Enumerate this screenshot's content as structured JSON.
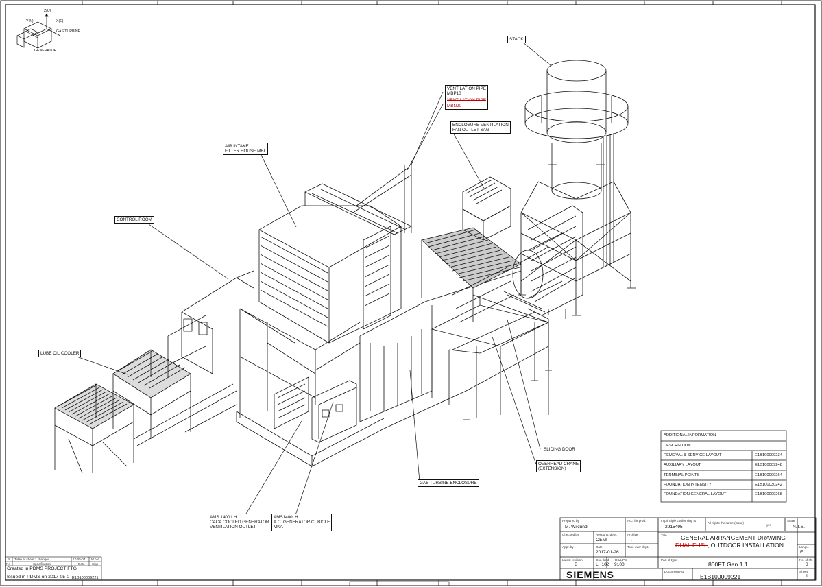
{
  "orientation": {
    "z_axis": "Z(U)",
    "y_axis": "Y(N)",
    "x_axis": "X(E)",
    "gas_turbine": "GAS TURBINE",
    "generator": "GENERATOR"
  },
  "callouts": {
    "stack": "STACK",
    "ventilation_pipe_1_line1": "VENTILATION PIPE",
    "ventilation_pipe_1_line2": "MBP10",
    "ventilation_pipe_2_line1": "VENTILATION PIPE",
    "ventilation_pipe_2_line2": "MBN20",
    "enclosure_vent_line1": "ENCLOSURE VENTILATION",
    "enclosure_vent_line2": "FAN OUTLET SAG",
    "air_intake_line1": "AIR INTAKE",
    "air_intake_line2": "FILTER HOUSE MBL",
    "control_room": "CONTROL ROOM",
    "lube_oil_cooler": "LUBE OIL COOLER",
    "sliding_door": "SLIDING DOOR",
    "overhead_crane_line1": "OVERHEAD CRANE",
    "overhead_crane_line2": "(EXTENSION)",
    "gas_turbine_enclosure": "GAS TURBINE ENCLOSURE",
    "ams_1400_line1": "AMS 1400 LH",
    "ams_1400_line2": "CACA COOLED GENERATOR",
    "ams_1400_line3": "VENTILATION OUTLET",
    "ams1400lh_line1": "AMS1400LH",
    "ams1400lh_line2": "A.C. GENERATOR CUBICLE",
    "ams1400lh_line3": "MKA"
  },
  "info_table": {
    "header": "ADDITIONAL INFORMATION",
    "description": "DESCRIPTION",
    "rows": [
      {
        "label": "REMOVAL & SERVICE LAYOUT",
        "doc": "E1B100009234"
      },
      {
        "label": "AUXILIARY LAYOUT",
        "doc": "E1B100009248"
      },
      {
        "label": "TERMINAL POINTS",
        "doc": "E1B100009264"
      },
      {
        "label": "FOUNDATION INTENSITY",
        "doc": "E1B100030242"
      },
      {
        "label": "FOUNDATION GENERAL LAYOUT",
        "doc": "E1B100009268"
      }
    ]
  },
  "title_block": {
    "prepared_by_label": "Prepared by",
    "prepared_by": "M. Wiklund",
    "acc_label": "Acc. for prod.",
    "principle_label": "In principle conforming to",
    "principle_value": "2915495",
    "weight_label": "All rights the same (issue)",
    "weight_value": "yes",
    "scale_label": "Scale",
    "scale_value": "N.T.S.",
    "checked_label": "Checked by",
    "resp_label": "Respons. dept.",
    "resp_value": "OEMI",
    "archive_label": "Archive",
    "archive_value": ".",
    "title_label": "Title",
    "title_line1": "GENERAL ARRANGEMENT DRAWING",
    "title_line2_struck": "DUAL FUEL",
    "title_line2_rest": ", OUTDOOR INSTALLATION",
    "appr_label": "Appr. by",
    "date_label": "Date",
    "date_value": "2017-01-26",
    "take_over_label": "Take over dept.",
    "take_over_value": ".",
    "langu_label": "Langu.",
    "langu_value": "E",
    "latest_label": "Latest revision",
    "latest_value": "B",
    "doc_kind_label": "Doc. kind",
    "doc_kind_value": "LH102",
    "ds_label": "DS/UPS",
    "ds_value": "9100",
    "part_label": "Part of type",
    "part_value": "800FT Gen.1.1",
    "nsh_label": "No. of sh.",
    "nsh_value": "8",
    "brand": "SIEMENS",
    "docno_label": "Document No.",
    "docno_value": "E1B100009221",
    "sheet_label": "Sheet",
    "sheet_value": "1"
  },
  "revision_block": {
    "rev_letter": "B",
    "rev_text": "Table at sheet 1 changed.",
    "rev_date": "17-05-04",
    "rev_sign": "M. W.",
    "col_no": "No",
    "col_spec": "Specification",
    "col_date": "Date",
    "col_sign": "Sign",
    "created": "Created in PDMS PROJECT FTG",
    "issued": "Issued in PDMS on 2017-05-0",
    "issued_doc": "E1B100009221"
  }
}
